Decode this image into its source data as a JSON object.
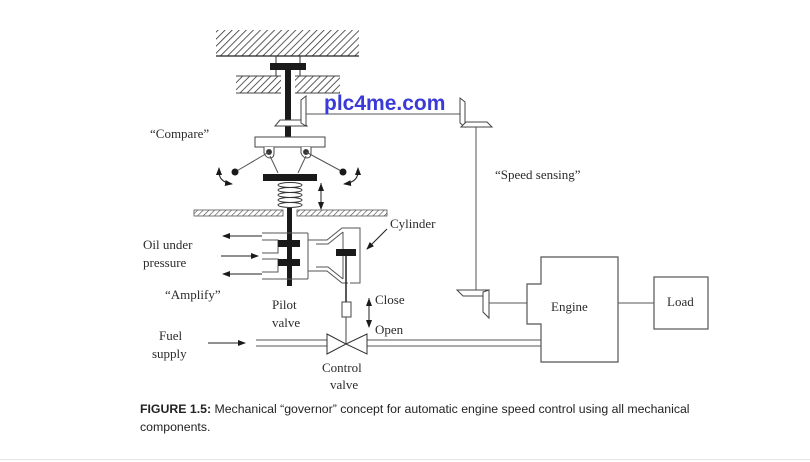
{
  "watermark": "plc4me.com",
  "labels": {
    "compare": "“Compare”",
    "speed_sensing": "“Speed sensing”",
    "cylinder": "Cylinder",
    "oil_under": "Oil under",
    "pressure": "pressure",
    "amplify": "“Amplify”",
    "pilot": "Pilot",
    "valve": "valve",
    "close": "Close",
    "open": "Open",
    "fuel": "Fuel",
    "supply": "supply",
    "control": "Control",
    "control_valve": "valve",
    "engine": "Engine",
    "load": "Load"
  },
  "caption": {
    "figure_label": "FIGURE 1.5:",
    "text": " Mechanical “governor” concept for automatic engine speed control using all mechanical components."
  },
  "colors": {
    "line": "#555555",
    "dark": "#1a1a1a",
    "watermark": "#3a3ad8"
  }
}
